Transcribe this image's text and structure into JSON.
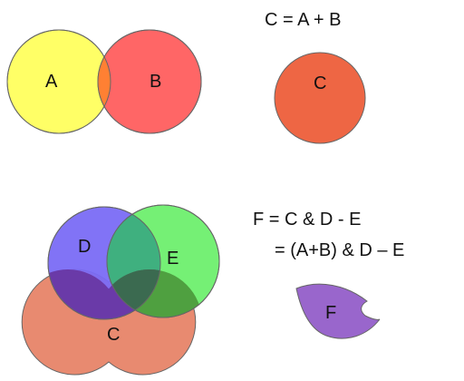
{
  "equations": {
    "top": "C = A + B",
    "bottom_line1": "F = C & D - E",
    "bottom_line2": "= (A+B) & D – E"
  },
  "labels": {
    "a": "A",
    "b": "B",
    "c": "C",
    "c2": "C",
    "d": "D",
    "e": "E",
    "f": "F"
  },
  "colors": {
    "a": "#ffff66",
    "b": "#ff6666",
    "ab_overlap": "#ff7f33",
    "c": "#ee6644",
    "c_lower": "#e88a70",
    "d": "#7a6cf5",
    "e": "#66ee66",
    "f": "#9966cc"
  }
}
